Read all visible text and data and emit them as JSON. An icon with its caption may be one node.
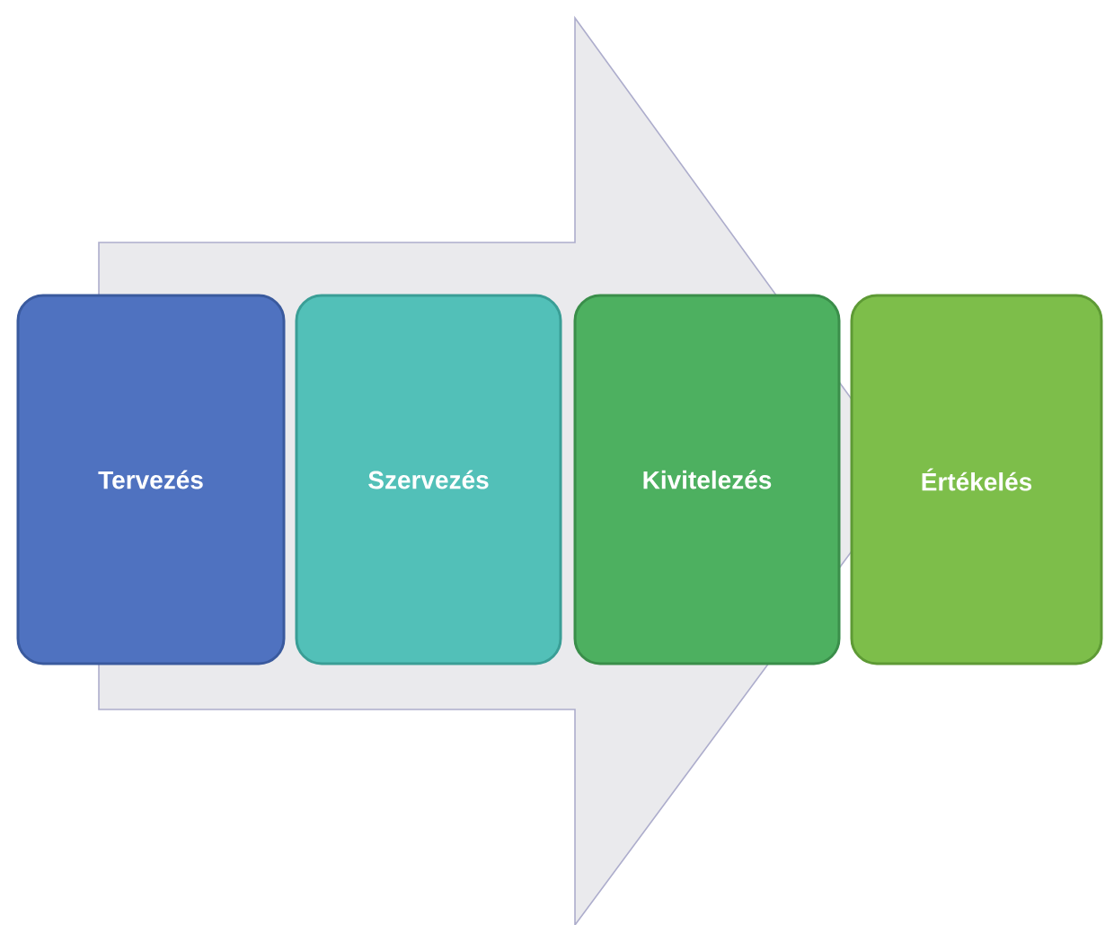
{
  "diagram": {
    "nodes": [
      {
        "text": [
          "Tervezés"
        ]
      },
      {
        "text": [
          "Szervezés"
        ]
      },
      {
        "text": [
          "Kivitelezés"
        ]
      },
      {
        "text": [
          "Értékelés"
        ]
      }
    ],
    "edges": [
      {
        "from": 0,
        "to": 3,
        "arrow": "to"
      }
    ]
  }
}
